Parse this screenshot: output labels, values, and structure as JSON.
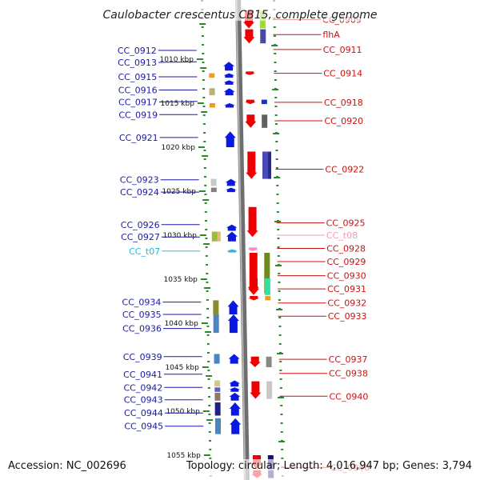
{
  "title": "Caulobacter crescentus CB15, complete genome",
  "footer": {
    "accession": "Accession: NC_002696",
    "summary": "Topology: circular; Length: 4,016,947 bp; Genes: 3,794"
  },
  "colors": {
    "forward_label": "#1a1aa8",
    "reverse_label": "#cc1111",
    "trna_forward_label": "#22bbdd",
    "trna_reverse_label": "#ee99bb",
    "backbone": "#888888",
    "dots": "#2a8a2a"
  },
  "chart_data": {
    "type": "genome-map",
    "ticks": [
      {
        "kbp": 1010,
        "label": "1010 kbp"
      },
      {
        "kbp": 1015,
        "label": "1015 kbp"
      },
      {
        "kbp": 1020,
        "label": "1020 kbp"
      },
      {
        "kbp": 1025,
        "label": "1025 kbp"
      },
      {
        "kbp": 1030,
        "label": "1030 kbp"
      },
      {
        "kbp": 1035,
        "label": "1035 kbp"
      },
      {
        "kbp": 1040,
        "label": "1040 kbp"
      },
      {
        "kbp": 1045,
        "label": "1045 kbp"
      },
      {
        "kbp": 1050,
        "label": "1050 kbp"
      },
      {
        "kbp": 1055,
        "label": "1055 kbp"
      }
    ],
    "genes_forward": [
      {
        "name": "CC_0912",
        "kbp": 1009.0
      },
      {
        "name": "CC_0913",
        "kbp": 1010.3
      },
      {
        "name": "CC_0915",
        "kbp": 1012.0
      },
      {
        "name": "CC_0916",
        "kbp": 1013.5
      },
      {
        "name": "CC_0917",
        "kbp": 1014.8
      },
      {
        "name": "CC_0919",
        "kbp": 1016.3
      },
      {
        "name": "CC_0921",
        "kbp": 1018.9
      },
      {
        "name": "CC_0923",
        "kbp": 1023.7
      },
      {
        "name": "CC_0924",
        "kbp": 1025.1
      },
      {
        "name": "CC_0926",
        "kbp": 1028.8
      },
      {
        "name": "CC_0927",
        "kbp": 1030.2
      },
      {
        "name": "CC_t07",
        "kbp": 1031.8,
        "trna": true
      },
      {
        "name": "CC_0934",
        "kbp": 1037.6
      },
      {
        "name": "CC_0935",
        "kbp": 1039.0
      },
      {
        "name": "CC_0936",
        "kbp": 1040.6
      },
      {
        "name": "CC_0939",
        "kbp": 1043.8
      },
      {
        "name": "CC_0941",
        "kbp": 1045.8
      },
      {
        "name": "CC_0942",
        "kbp": 1047.3
      },
      {
        "name": "CC_0943",
        "kbp": 1048.7
      },
      {
        "name": "CC_0944",
        "kbp": 1050.2
      },
      {
        "name": "CC_0945",
        "kbp": 1051.7
      }
    ],
    "genes_reverse": [
      {
        "name": "CC_0909",
        "kbp": 1005.5
      },
      {
        "name": "flhA",
        "kbp": 1007.2
      },
      {
        "name": "CC_0911",
        "kbp": 1008.9
      },
      {
        "name": "CC_0914",
        "kbp": 1011.6
      },
      {
        "name": "CC_0918",
        "kbp": 1014.9
      },
      {
        "name": "CC_0920",
        "kbp": 1017.0
      },
      {
        "name": "CC_0922",
        "kbp": 1022.5
      },
      {
        "name": "CC_0925",
        "kbp": 1028.6
      },
      {
        "name": "CC_t08",
        "kbp": 1030.0,
        "trna": true
      },
      {
        "name": "CC_0928",
        "kbp": 1031.5
      },
      {
        "name": "CC_0929",
        "kbp": 1033.0
      },
      {
        "name": "CC_0930",
        "kbp": 1034.6
      },
      {
        "name": "CC_0931",
        "kbp": 1036.1
      },
      {
        "name": "CC_0932",
        "kbp": 1037.7
      },
      {
        "name": "CC_0933",
        "kbp": 1039.2
      },
      {
        "name": "CC_0937",
        "kbp": 1044.1
      },
      {
        "name": "CC_0938",
        "kbp": 1045.7
      },
      {
        "name": "CC_0940",
        "kbp": 1048.3
      },
      {
        "name": "CC_0946",
        "kbp": 1056.4
      }
    ],
    "features_forward": [
      {
        "start": 1010.3,
        "end": 1011.3,
        "colors": [
          "#0b18e0"
        ]
      },
      {
        "start": 1011.6,
        "end": 1012.1,
        "colors": [
          "#0b18e0"
        ],
        "bar": "#f09c1c"
      },
      {
        "start": 1012.4,
        "end": 1012.9,
        "colors": [
          "#0b18e0"
        ]
      },
      {
        "start": 1013.3,
        "end": 1014.1,
        "colors": [
          "#0b18e0"
        ],
        "bar": "#b7b27a"
      },
      {
        "start": 1015.0,
        "end": 1015.5,
        "colors": [
          "#0b18e0"
        ],
        "bar": "#f09c1c"
      },
      {
        "start": 1018.2,
        "end": 1020.0,
        "colors": [
          "#0b18e0"
        ]
      },
      {
        "start": 1023.6,
        "end": 1024.4,
        "colors": [
          "#0b18e0"
        ],
        "bar": "#c8c8c8"
      },
      {
        "start": 1024.6,
        "end": 1025.1,
        "colors": [
          "#0b18e0"
        ],
        "bar": "#808080"
      },
      {
        "start": 1028.8,
        "end": 1029.5,
        "colors": [
          "#0b18e0"
        ]
      },
      {
        "start": 1029.6,
        "end": 1030.7,
        "colors": [
          "#0b18e0"
        ],
        "bar": "#9dbb3c",
        "bar2": "#e3b874"
      },
      {
        "start": 1031.6,
        "end": 1031.9,
        "colors": [
          "#3cb0e8"
        ]
      },
      {
        "start": 1037.4,
        "end": 1039.0,
        "colors": [
          "#0b18e0"
        ],
        "bar": "#8a8a30"
      },
      {
        "start": 1039.0,
        "end": 1041.1,
        "colors": [
          "#0b18e0"
        ],
        "bar": "#4a86c0"
      },
      {
        "start": 1043.5,
        "end": 1044.6,
        "colors": [
          "#0b18e0"
        ],
        "bar": "#4a86c0"
      },
      {
        "start": 1046.5,
        "end": 1047.2,
        "colors": [
          "#0b18e0"
        ],
        "bar": "#cfc88a"
      },
      {
        "start": 1047.3,
        "end": 1047.8,
        "colors": [
          "#0b18e0"
        ],
        "bar": "#6060c0"
      },
      {
        "start": 1047.9,
        "end": 1048.8,
        "colors": [
          "#0b18e0"
        ],
        "bar": "#8a7a6a"
      },
      {
        "start": 1049.0,
        "end": 1050.5,
        "colors": [
          "#0b18e0"
        ],
        "bar": "#20208a"
      },
      {
        "start": 1050.8,
        "end": 1052.6,
        "colors": [
          "#0b18e0"
        ],
        "bar": "#4a86c0"
      }
    ],
    "features_reverse": [
      {
        "start": 1004.5,
        "end": 1006.5,
        "colors": [
          "#ee0000"
        ],
        "bar": "#9adf2a"
      },
      {
        "start": 1006.6,
        "end": 1008.2,
        "colors": [
          "#ee0000"
        ],
        "bar": "#4848a8"
      },
      {
        "start": 1011.4,
        "end": 1011.8,
        "colors": [
          "#ee0000"
        ]
      },
      {
        "start": 1014.6,
        "end": 1015.1,
        "colors": [
          "#ee0000"
        ],
        "bar": "#1030e0"
      },
      {
        "start": 1016.3,
        "end": 1017.8,
        "colors": [
          "#ee0000"
        ],
        "bar": "#606060"
      },
      {
        "start": 1020.5,
        "end": 1023.6,
        "colors": [
          "#ee0000"
        ],
        "bar": "#4a4ab8",
        "bar2": "#2a2a80"
      },
      {
        "start": 1026.8,
        "end": 1030.2,
        "colors": [
          "#ee0000"
        ]
      },
      {
        "start": 1031.4,
        "end": 1031.8,
        "colors": [
          "#ff88bb"
        ]
      },
      {
        "start": 1032.0,
        "end": 1036.6,
        "colors": [
          "#ee0000"
        ],
        "bar": "#6a8a20"
      },
      {
        "start": 1034.9,
        "end": 1036.8,
        "colors": [
          "#ee0000"
        ],
        "bar": "#30e0a0"
      },
      {
        "start": 1036.9,
        "end": 1037.4,
        "colors": [
          "#ee0000"
        ],
        "bar": "#f09c1c"
      },
      {
        "start": 1043.8,
        "end": 1045.0,
        "colors": [
          "#ee0000"
        ],
        "bar": "#888888"
      },
      {
        "start": 1046.6,
        "end": 1048.6,
        "colors": [
          "#ee0000"
        ],
        "bar": "#c8c8c8"
      },
      {
        "start": 1055.0,
        "end": 1056.6,
        "colors": [
          "#ee0000"
        ],
        "bar": "#101080"
      },
      {
        "start": 1056.7,
        "end": 1057.6,
        "colors": [
          "#ee0000"
        ],
        "bar": "#202080"
      }
    ],
    "xlabel": "",
    "ylabel": ""
  }
}
